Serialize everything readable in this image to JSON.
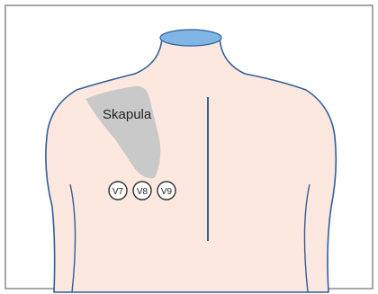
{
  "figure": {
    "scapula_label": "Skapula",
    "electrodes": [
      {
        "label": "V7"
      },
      {
        "label": "V8"
      },
      {
        "label": "V9"
      }
    ]
  },
  "colors": {
    "border": "#8a8a8a",
    "skin": "#fde8df",
    "outline": "#2f5f99",
    "collar": "#7fb6e6",
    "scapula": "#c9c9c9",
    "spine": "#3a5f8f",
    "electrode_stroke": "#2f2f2f",
    "electrode_fill": "#ffffff"
  }
}
